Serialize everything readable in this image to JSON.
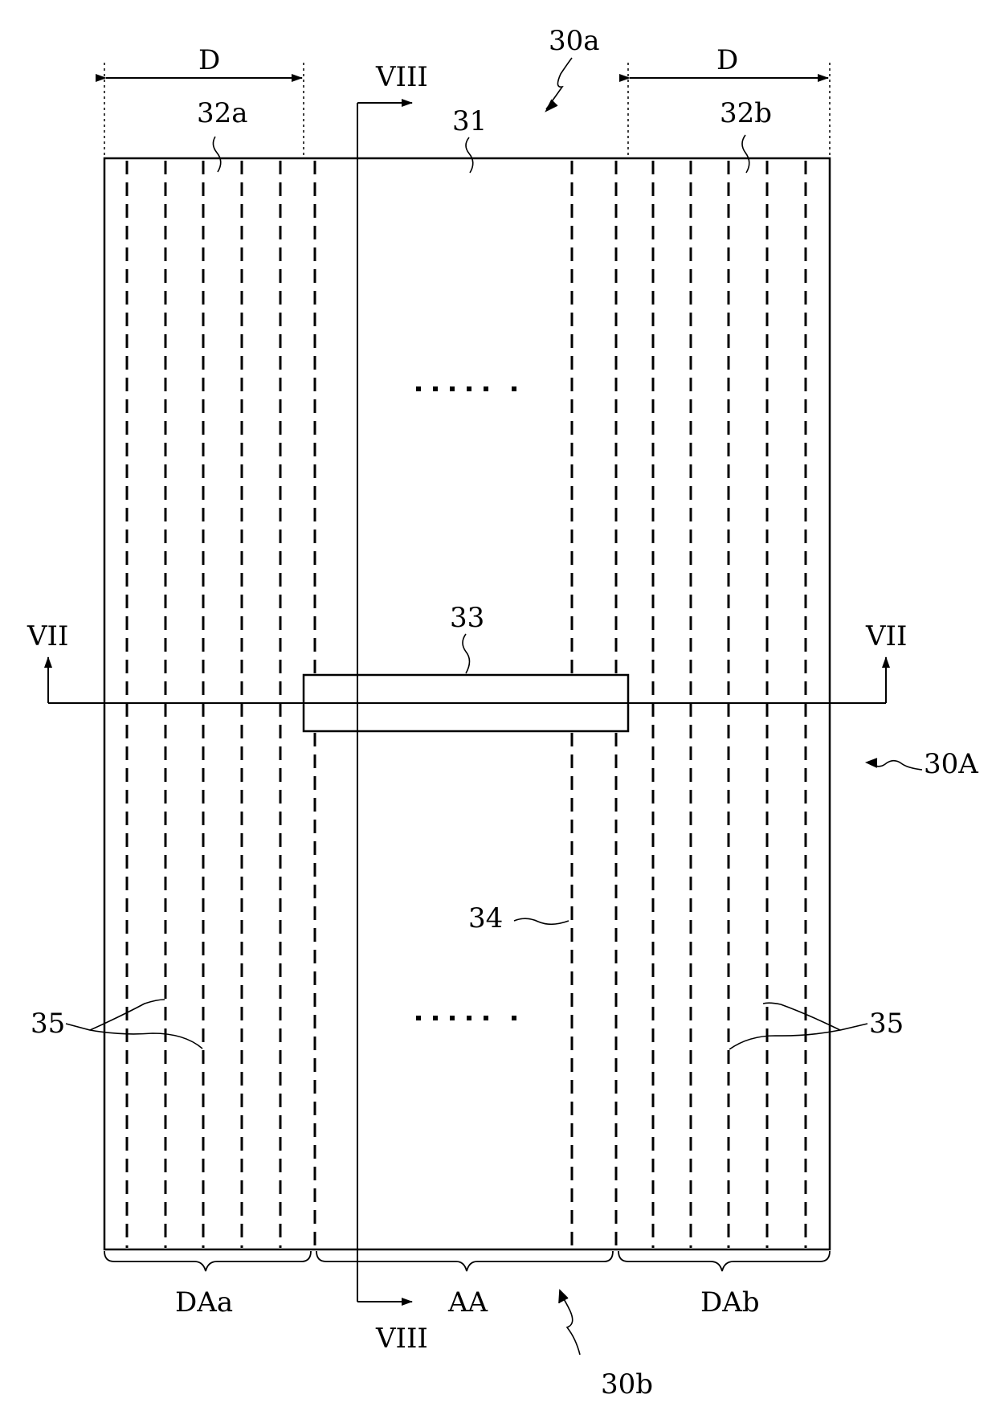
{
  "figure": {
    "stroke_color": "#000000",
    "background_color": "#ffffff",
    "labels": {
      "top_ref": "30a",
      "bottom_ref": "30b",
      "device_ref": "30A",
      "left_width": "D",
      "right_width": "D",
      "left_region_top": "32a",
      "right_region_top": "32b",
      "substrate": "31",
      "bar": "33",
      "line": "34",
      "left_lines": "35",
      "right_lines": "35",
      "left_area": "DAa",
      "center_area": "AA",
      "right_area": "DAb",
      "section_vii_left": "VII",
      "section_vii_right": "VII",
      "section_viii_top": "VIII",
      "section_viii_bottom": "VIII"
    }
  }
}
